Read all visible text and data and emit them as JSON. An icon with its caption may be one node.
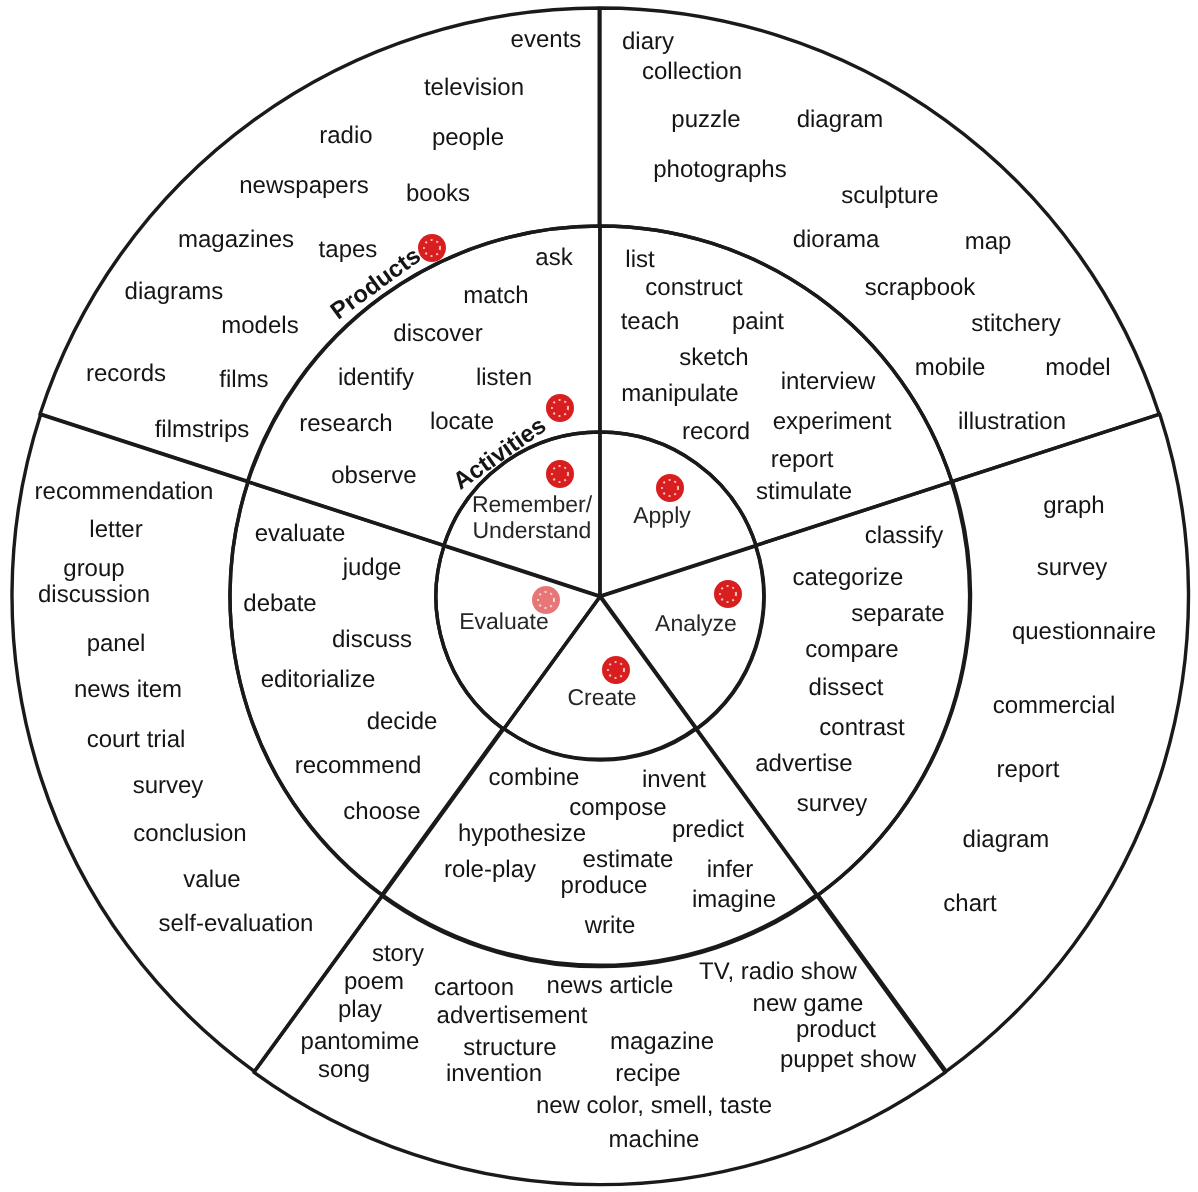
{
  "diagram": {
    "nodes": [
      {
        "text": [
          "events",
          "television",
          "radio",
          "people",
          "newspapers",
          "books",
          "magazines",
          "tapes",
          "diagrams",
          "models",
          "records",
          "films",
          "filmstrips"
        ]
      },
      {
        "text": [
          "diary",
          "collection",
          "puzzle",
          "diagram",
          "photographs",
          "sculpture",
          "diorama",
          "map",
          "scrapbook",
          "stitchery",
          "mobile",
          "model",
          "illustration"
        ]
      },
      {
        "text": [
          "graph",
          "survey",
          "questionnaire",
          "commercial",
          "report",
          "diagram",
          "chart"
        ]
      },
      {
        "text": [
          "story",
          "poem",
          "play",
          "pantomime",
          "song",
          "cartoon",
          "advertisement",
          "structure",
          "invention",
          "news article",
          "magazine",
          "recipe",
          "TV, radio show",
          "new game",
          "product",
          "puppet show",
          "new color, smell, taste",
          "machine"
        ]
      },
      {
        "text": [
          "recommendation",
          "letter",
          "group discussion",
          "panel",
          "news item",
          "court trial",
          "survey",
          "conclusion",
          "value",
          "self-evaluation"
        ]
      },
      {
        "text": [
          "ask",
          "match",
          "discover",
          "identify",
          "listen",
          "research",
          "locate",
          "observe"
        ]
      },
      {
        "text": [
          "list",
          "construct",
          "teach",
          "paint",
          "sketch",
          "manipulate",
          "interview",
          "experiment",
          "record",
          "report",
          "stimulate"
        ]
      },
      {
        "text": [
          "classify",
          "categorize",
          "separate",
          "compare",
          "dissect",
          "contrast",
          "advertise",
          "survey"
        ]
      },
      {
        "text": [
          "combine",
          "invent",
          "compose",
          "hypothesize",
          "predict",
          "estimate",
          "role-play",
          "infer",
          "produce",
          "imagine",
          "write"
        ]
      },
      {
        "text": [
          "evaluate",
          "judge",
          "debate",
          "discuss",
          "editorialize",
          "decide",
          "recommend",
          "choose"
        ]
      },
      {
        "text": [
          "Remember/ Understand"
        ]
      },
      {
        "text": [
          "Apply"
        ]
      },
      {
        "text": [
          "Analyze"
        ]
      },
      {
        "text": [
          "Create"
        ]
      },
      {
        "text": [
          "Evaluate"
        ]
      }
    ],
    "labels": [
      "Products",
      "Activities"
    ]
  }
}
